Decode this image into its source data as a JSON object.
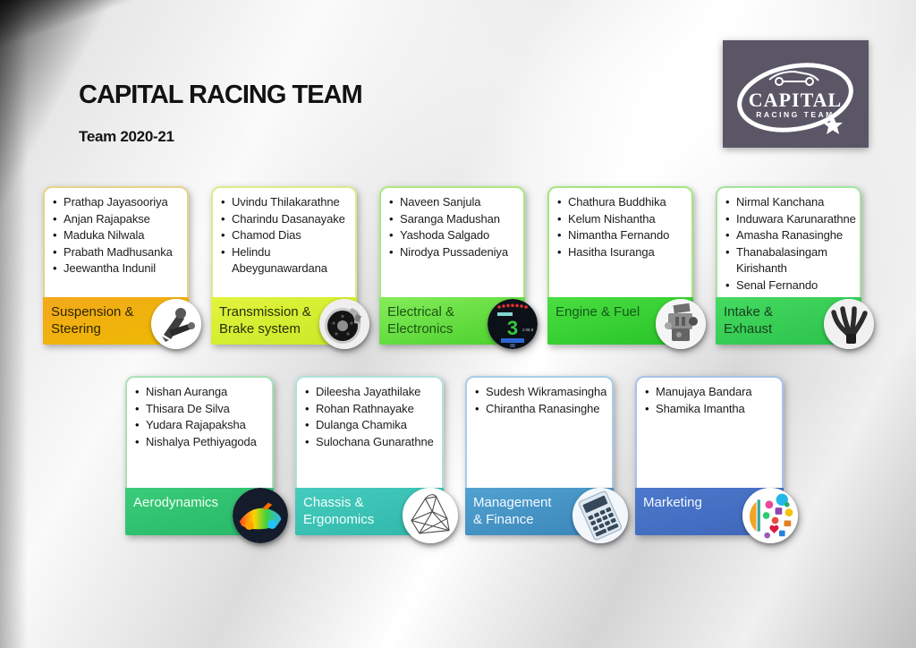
{
  "title": "CAPITAL RACING TEAM",
  "subtitle": "Team 2020-21",
  "logo": {
    "line1": "CAPITAL",
    "line2": "RACING TEAM",
    "background": "#5b5666"
  },
  "rows": [
    {
      "cards": [
        {
          "department": "Suspension & Steering",
          "label": "Suspension &\nSteering",
          "members": [
            "Prathap Jayasooriya",
            "Anjan Rajapakse",
            "Maduka Nilwala",
            "Prabath Madhusanka",
            "Jeewantha Indunil"
          ],
          "icon": "suspension-icon",
          "footer_from": "#F3A91C",
          "footer_to": "#EDBA00",
          "text_color": "#302600",
          "border_color": "#e6d486"
        },
        {
          "department": "Transmission & Brake system",
          "label": "Transmission &\nBrake system",
          "members": [
            "Uvindu Thilakarathne",
            "Charindu Dasanayake",
            "Chamod Dias",
            "Helindu Abeygunawardana"
          ],
          "icon": "brake-disc-icon",
          "footer_from": "#E2F43C",
          "footer_to": "#C8E827",
          "text_color": "#27300a",
          "border_color": "#dcec8a"
        },
        {
          "department": "Electrical & Electronics",
          "label": "Electrical &\nElectronics",
          "members": [
            "Naveen Sanjula",
            "Saranga Madushan",
            "Yashoda Salgado",
            "Nirodya Pussadeniya"
          ],
          "icon": "dashboard-icon",
          "footer_from": "#86EC5B",
          "footer_to": "#48D02B",
          "text_color": "#1c5512",
          "border_color": "#abe87e"
        },
        {
          "department": "Engine & Fuel",
          "label": "Engine & Fuel",
          "members": [
            "Chathura Buddhika",
            "Kelum Nishantha",
            "Nimantha Fernando",
            "Hasitha Isuranga"
          ],
          "icon": "engine-icon",
          "footer_from": "#4ADE41",
          "footer_to": "#27C327",
          "text_color": "#14591a",
          "border_color": "#a5e67c"
        },
        {
          "department": "Intake & Exhaust",
          "label": "Intake &\nExhaust",
          "members": [
            "Nirmal Kanchana",
            "Induwara Karunarathne",
            "Amasha Ranasinghe",
            "Thanabalasingam Kirishanth",
            "Senal Fernando"
          ],
          "icon": "exhaust-icon",
          "footer_from": "#45DA60",
          "footer_to": "#2BC14B",
          "text_color": "#173f1d",
          "border_color": "#a2e59d"
        }
      ]
    },
    {
      "cards": [
        {
          "department": "Aerodynamics",
          "label": "Aerodynamics",
          "members": [
            "Nishan Auranga",
            "Thisara De Silva",
            "Yudara Rajapaksha",
            "Nishalya Pethiyagoda"
          ],
          "icon": "cfd-car-icon",
          "footer_from": "#3ACC79",
          "footer_to": "#27B768",
          "text_color": "#f2fff6",
          "border_color": "#a8e2b4"
        },
        {
          "department": "Chassis & Ergonomics",
          "label": "Chassis &\nErgonomics",
          "members": [
            "Dileesha Jayathilake",
            "Rohan Rathnayake",
            "Dulanga Chamika",
            "Sulochana Gunarathne"
          ],
          "icon": "chassis-wireframe-icon",
          "footer_from": "#45CCBE",
          "footer_to": "#2FB7A9",
          "text_color": "#f3fffd",
          "border_color": "#b0e3dc"
        },
        {
          "department": "Management & Finance",
          "label": "Management\n& Finance",
          "members": [
            "Sudesh Wikramasingha",
            "Chirantha Ranasinghe"
          ],
          "icon": "calculator-icon",
          "footer_from": "#51A2D0",
          "footer_to": "#3A85B9",
          "text_color": "#f4faff",
          "border_color": "#a9cde8"
        },
        {
          "department": "Marketing",
          "label": "Marketing",
          "members": [
            "Manujaya Bandara",
            "Shamika Imantha"
          ],
          "icon": "social-media-icon",
          "footer_from": "#4C79CB",
          "footer_to": "#3E66BA",
          "text_color": "#f4f8ff",
          "border_color": "#a9c2e8"
        }
      ]
    }
  ]
}
